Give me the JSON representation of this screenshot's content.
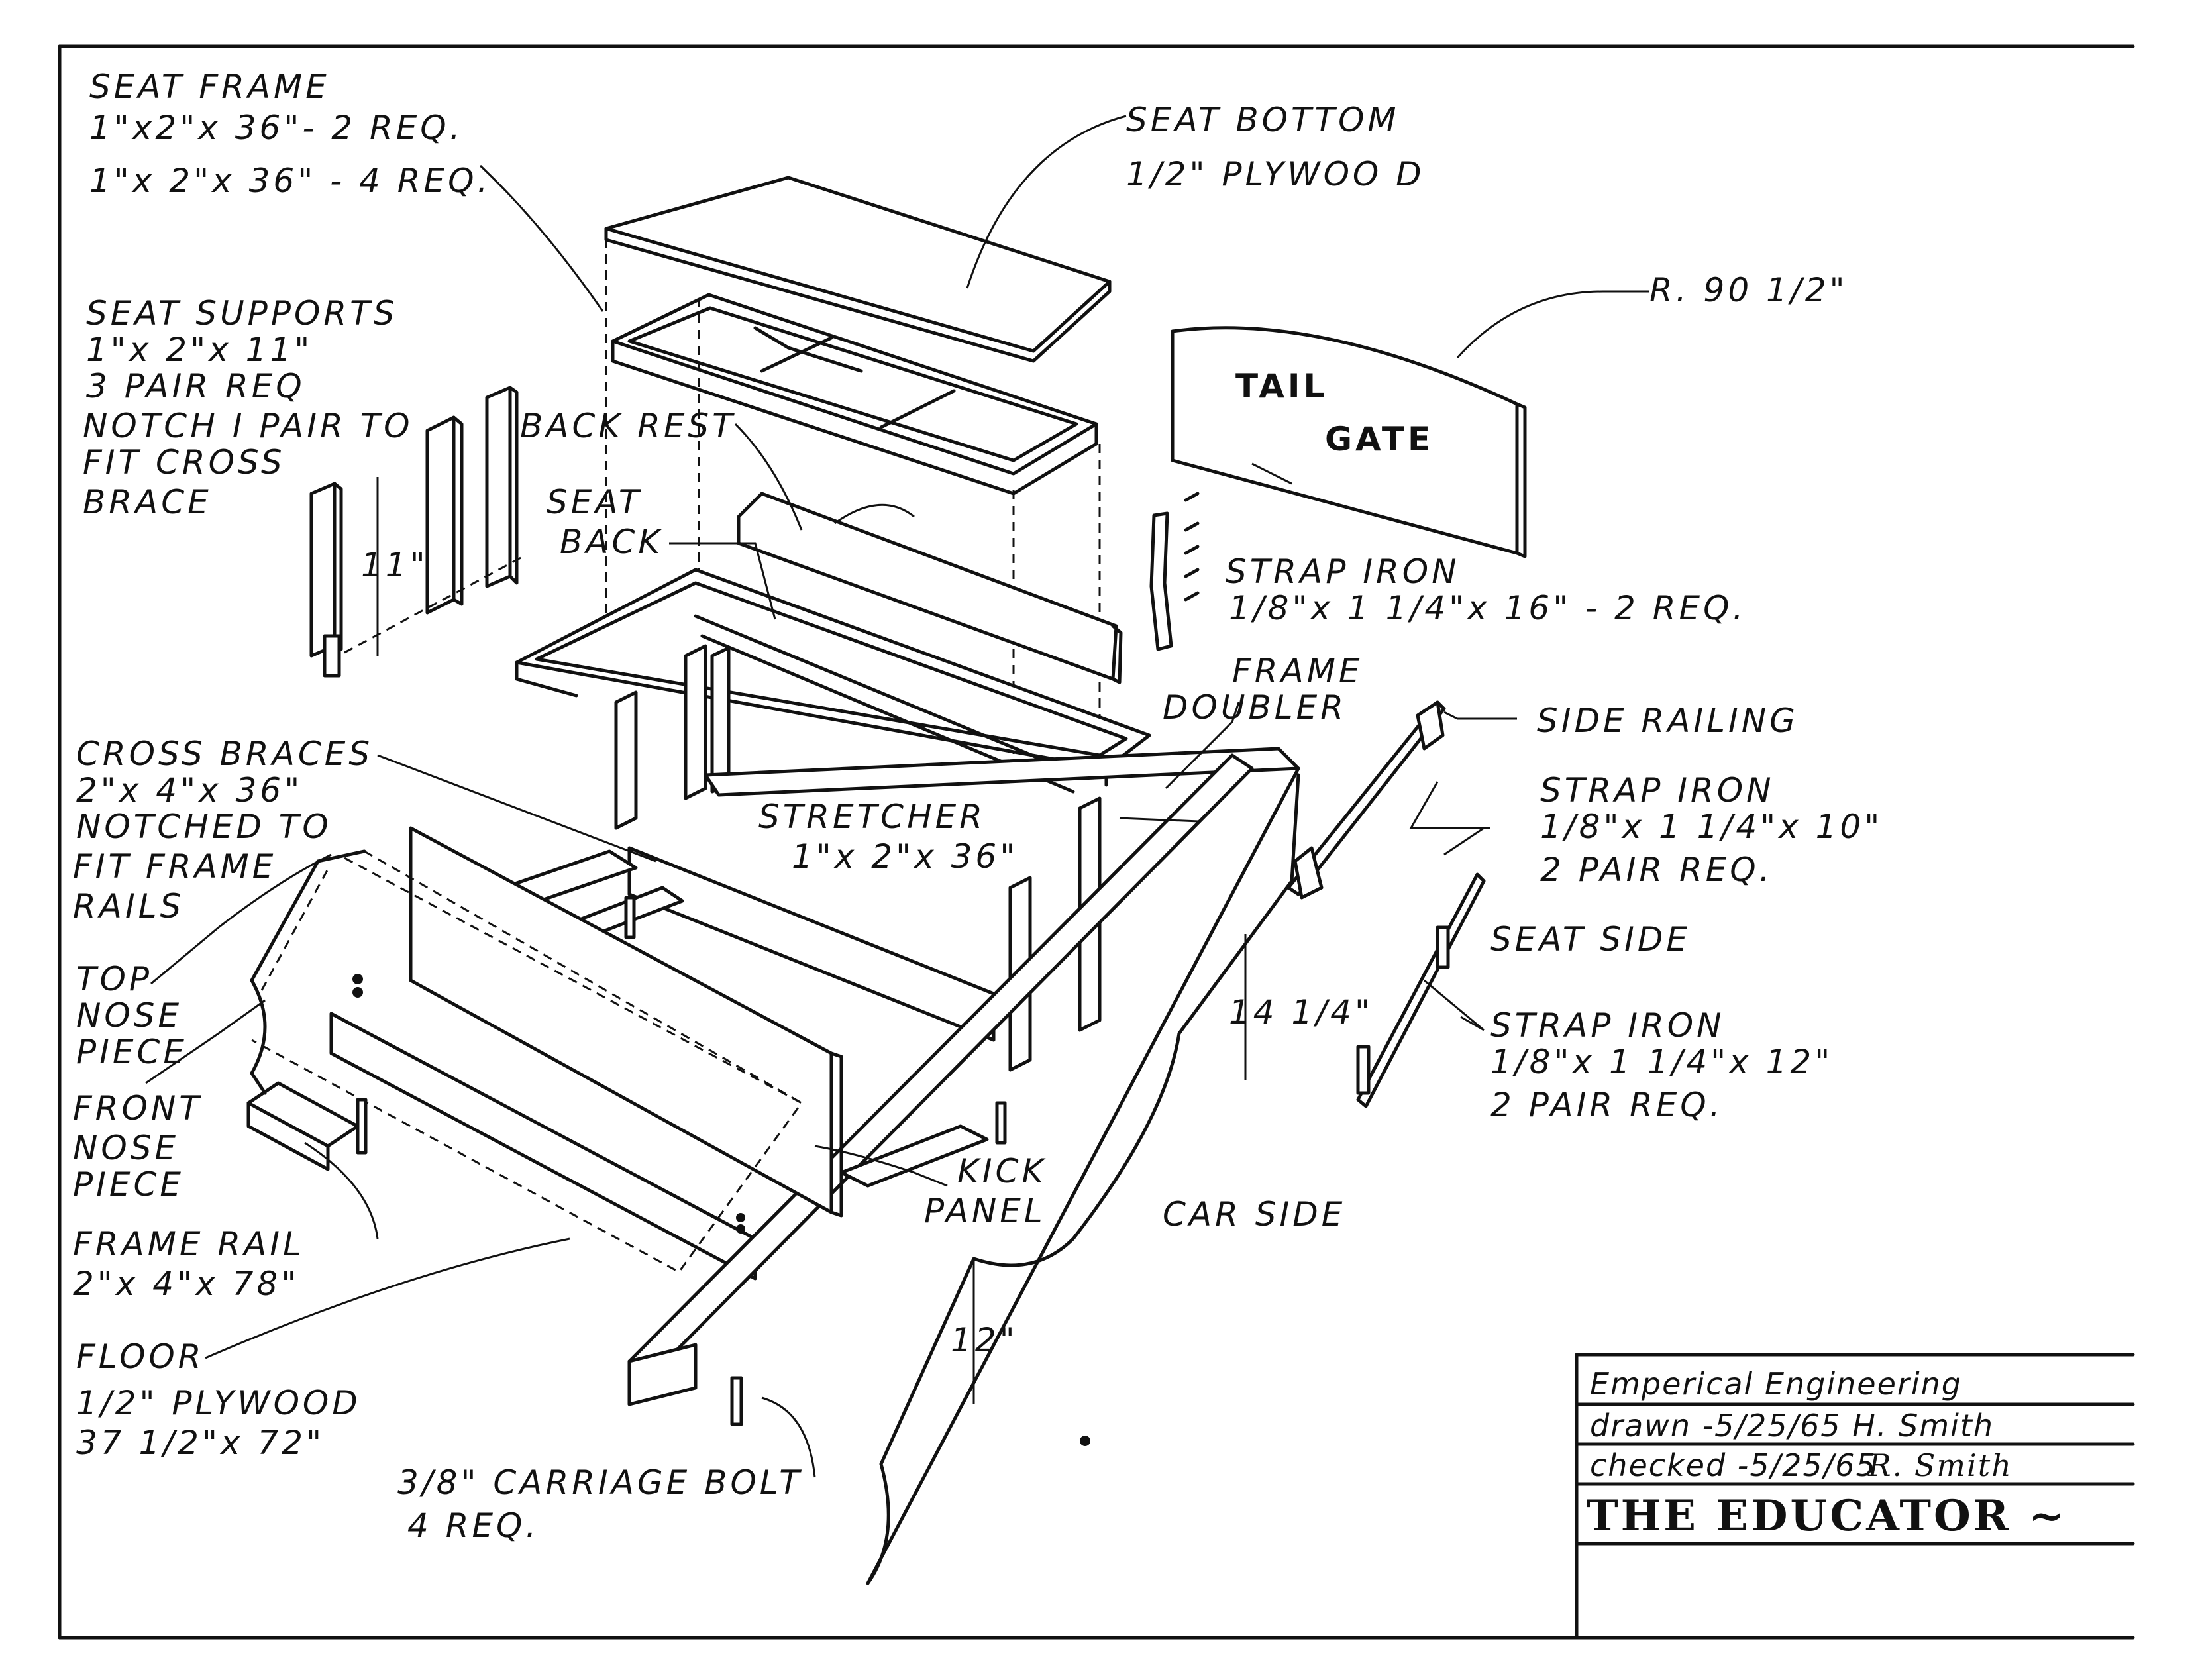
{
  "labels": {
    "seat_frame": [
      "SEAT  FRAME",
      "1\"x2\"x 36\"- 2  REQ.",
      "1\"x 2\"x 36\" - 4  REQ."
    ],
    "seat_bottom": [
      "SEAT  BOTTOM",
      "1/2\" PLYWOO D"
    ],
    "seat_supports": [
      "SEAT  SUPPORTS",
      "1\"x 2\"x 11\"",
      "3 PAIR  REQ",
      "NOTCH  I  PAIR  TO",
      "FIT  CROSS",
      "BRACE"
    ],
    "radius": "R. 90 1/2\"",
    "tail_gate": [
      "TAIL",
      "GATE"
    ],
    "back_rest": "BACK  REST",
    "seat_back": [
      "SEAT",
      "BACK"
    ],
    "dim_11": "11\"",
    "strap_iron_1": [
      "STRAP  IRON",
      "1/8\"x 1 1/4\"x 16\" - 2  REQ."
    ],
    "frame_doubler": [
      "FRAME",
      "DOUBLER"
    ],
    "side_railing": "SIDE  RAILING",
    "strap_iron_2": [
      "STRAP  IRON",
      "1/8\"x 1 1/4\"x 10\"",
      "2  PAIR  REQ."
    ],
    "cross_braces": [
      "CROSS  BRACES",
      "2\"x 4\"x 36\"",
      "NOTCHED  TO",
      "FIT  FRAME",
      "RAILS"
    ],
    "stretcher": [
      "STRETCHER",
      "1\"x 2\"x 36\""
    ],
    "seat_side": "SEAT  SIDE",
    "top_nose": [
      "TOP",
      "NOSE",
      "PIECE"
    ],
    "dim_14": "14 1/4\"",
    "strap_iron_3": [
      "STRAP  IRON",
      "1/8\"x 1 1/4\"x 12\"",
      "2  PAIR  REQ."
    ],
    "front_nose": [
      "FRONT",
      "NOSE",
      "PIECE"
    ],
    "kick_panel": [
      "KICK",
      "PANEL"
    ],
    "car_side": "CAR  SIDE",
    "frame_rail": [
      "FRAME  RAIL",
      "2\"x 4\"x 78\""
    ],
    "dim_12": "12\"",
    "floor": [
      "FLOOR",
      "1/2\" PLYWOOD",
      "37 1/2\"x 72\""
    ],
    "carriage_bolt": [
      "3/8\" CARRIAGE  BOLT",
      "4  REQ."
    ]
  },
  "title_block": {
    "company": "Emperical   Engineering",
    "drawn": "drawn  -5/25/65  H. Smith",
    "checked": "checked  -5/25/65",
    "signature": "R. Smith",
    "title": "THE  EDUCATOR  ~"
  }
}
